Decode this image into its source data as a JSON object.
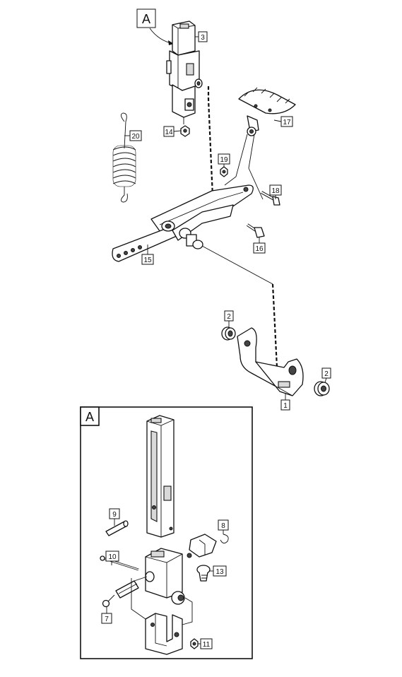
{
  "callout_letter": "A",
  "inset_letter": "A",
  "parts": [
    {
      "id": "p1",
      "label": "1"
    },
    {
      "id": "p2a",
      "label": "2"
    },
    {
      "id": "p2b",
      "label": "2"
    },
    {
      "id": "p3",
      "label": "3"
    },
    {
      "id": "p7",
      "label": "7"
    },
    {
      "id": "p8",
      "label": "8"
    },
    {
      "id": "p9",
      "label": "9"
    },
    {
      "id": "p10",
      "label": "10"
    },
    {
      "id": "p11",
      "label": "11"
    },
    {
      "id": "p13",
      "label": "13"
    },
    {
      "id": "p14",
      "label": "14"
    },
    {
      "id": "p15",
      "label": "15"
    },
    {
      "id": "p16",
      "label": "16"
    },
    {
      "id": "p17",
      "label": "17"
    },
    {
      "id": "p18",
      "label": "18"
    },
    {
      "id": "p19",
      "label": "19"
    },
    {
      "id": "p20",
      "label": "20"
    }
  ]
}
